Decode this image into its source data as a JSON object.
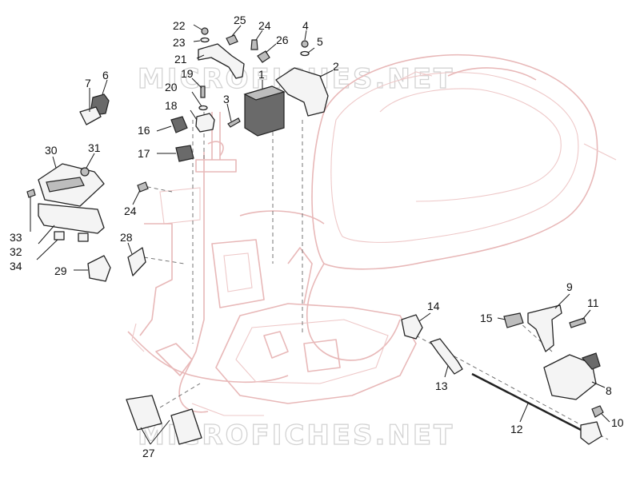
{
  "watermark": "MICROFICHES.NET",
  "callouts": [
    "22",
    "25",
    "24",
    "4",
    "23",
    "26",
    "5",
    "21",
    "2",
    "1",
    "6",
    "19",
    "7",
    "20",
    "3",
    "18",
    "16",
    "17",
    "30",
    "31",
    "24",
    "28",
    "33",
    "32",
    "34",
    "29",
    "9",
    "14",
    "11",
    "15",
    "8",
    "13",
    "10",
    "12",
    "27"
  ]
}
